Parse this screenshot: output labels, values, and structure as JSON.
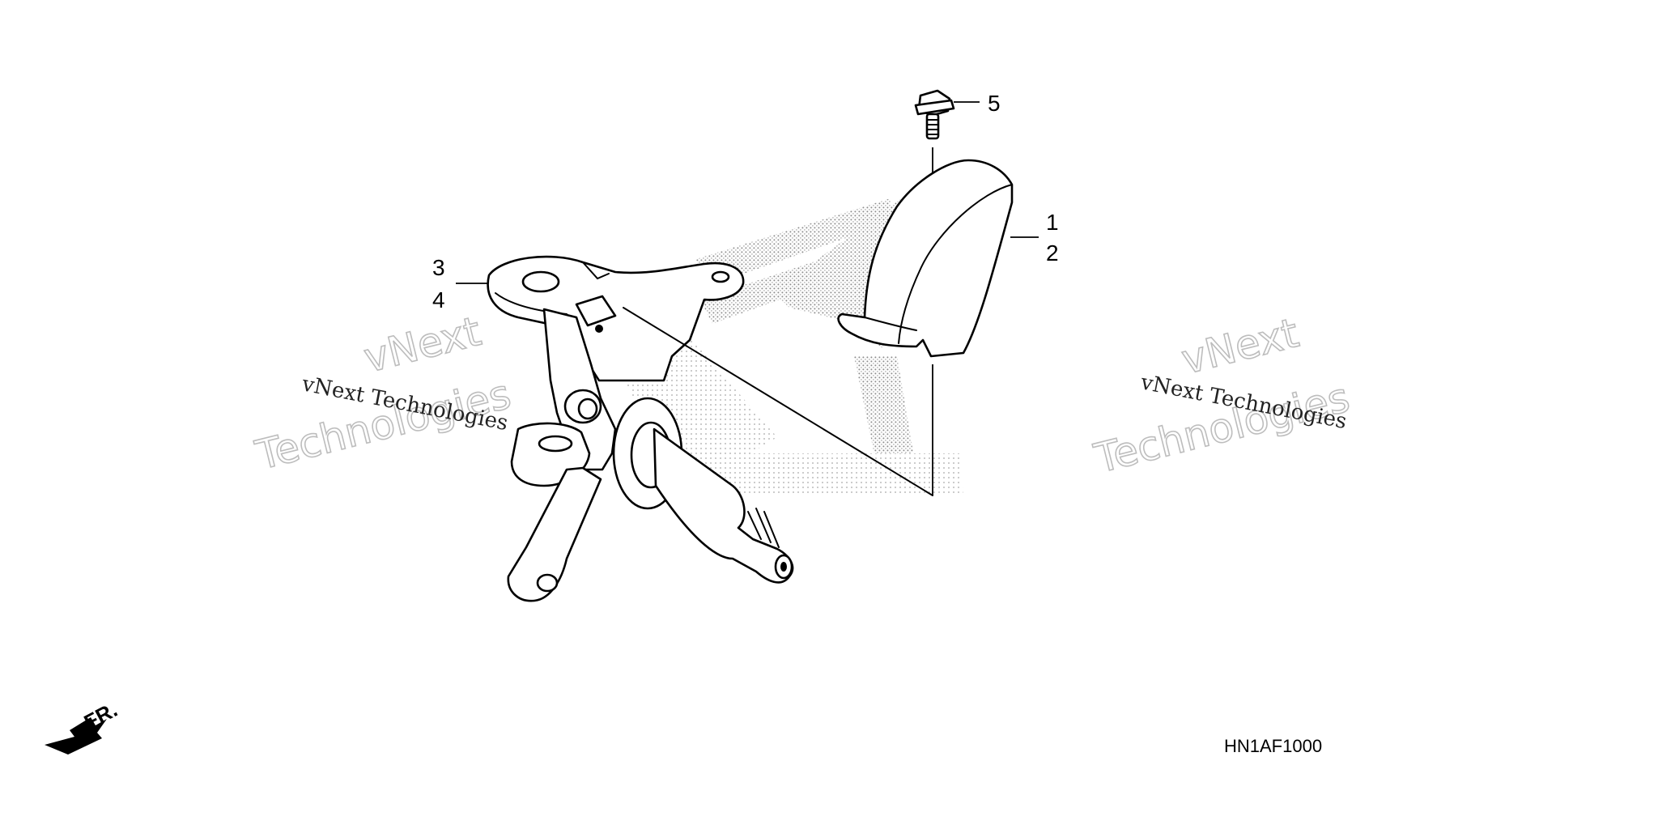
{
  "diagram": {
    "callouts": [
      "5",
      "1",
      "2",
      "3",
      "4"
    ],
    "diagram_code": "HN1AF1000",
    "direction_label": "FR.",
    "watermark": {
      "line1": "vNext",
      "line2": "Technologies",
      "caption": "vNext Technologies"
    },
    "parts": {
      "bolt": {
        "label": "5"
      },
      "knuckle_guard": {
        "labels": [
          "1",
          "2"
        ]
      },
      "knuckle": {
        "labels": [
          "3",
          "4"
        ]
      }
    },
    "colors": {
      "ink": "#000000",
      "watermark": "#bdbdbd",
      "stipple": "#8c8c8c"
    }
  }
}
